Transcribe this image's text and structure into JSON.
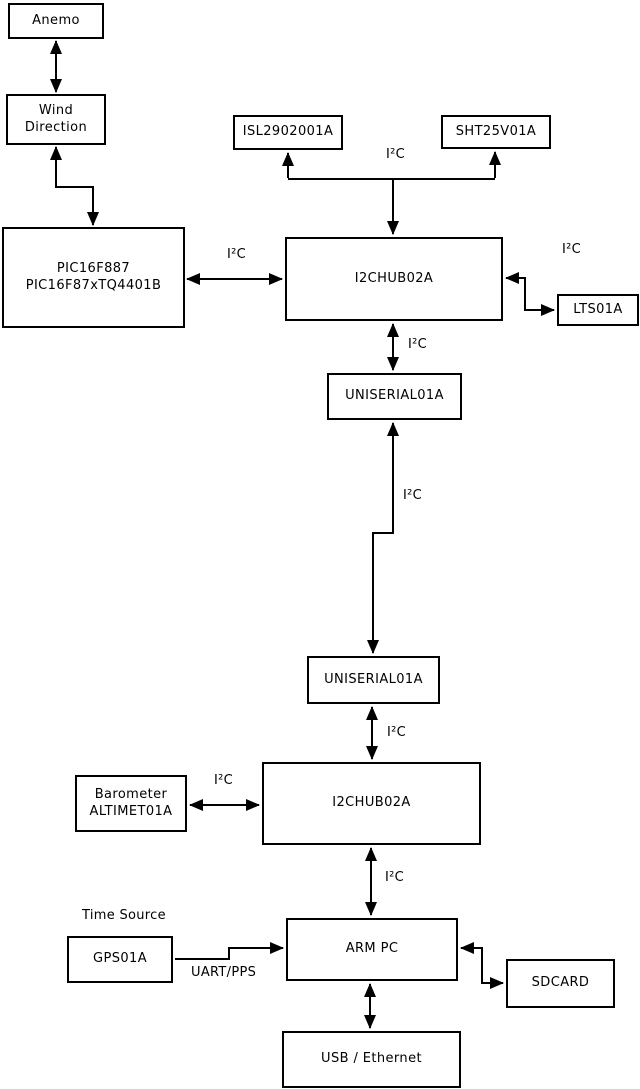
{
  "diagram": {
    "nodes": {
      "anemo": {
        "label": "Anemo"
      },
      "wind_direction": {
        "label": "Wind\nDirection"
      },
      "pic": {
        "label": "PIC16F887\nPIC16F87xTQ4401B"
      },
      "isl": {
        "label": "ISL2902001A"
      },
      "sht": {
        "label": "SHT25V01A"
      },
      "i2chub_top": {
        "label": "I2CHUB02A"
      },
      "lts": {
        "label": "LTS01A"
      },
      "uniserial_top": {
        "label": "UNISERIAL01A"
      },
      "uniserial_bottom": {
        "label": "UNISERIAL01A"
      },
      "barometer": {
        "label": "Barometer\nALTIMET01A"
      },
      "i2chub_bottom": {
        "label": "I2CHUB02A"
      },
      "gps": {
        "label": "GPS01A"
      },
      "arm_pc": {
        "label": "ARM PC"
      },
      "sdcard": {
        "label": "SDCARD"
      },
      "usb_ethernet": {
        "label": "USB / Ethernet"
      }
    },
    "edge_labels": {
      "i2c_sensors": "I²C",
      "i2c_pic_hub": "I²C",
      "i2c_hub_lts": "I²C",
      "i2c_hub_uniserial": "I²C",
      "i2c_uniserial_link": "I²C",
      "i2c_uniserial_hub2": "I²C",
      "i2c_barometer_hub2": "I²C",
      "i2c_hub2_armpc": "I²C",
      "time_source": "Time Source",
      "uart_pps": "UART/PPS"
    },
    "colors": {
      "line": "#000000",
      "box_fill": "#ffffff",
      "background": "#ffffff",
      "text": "#000000"
    }
  }
}
